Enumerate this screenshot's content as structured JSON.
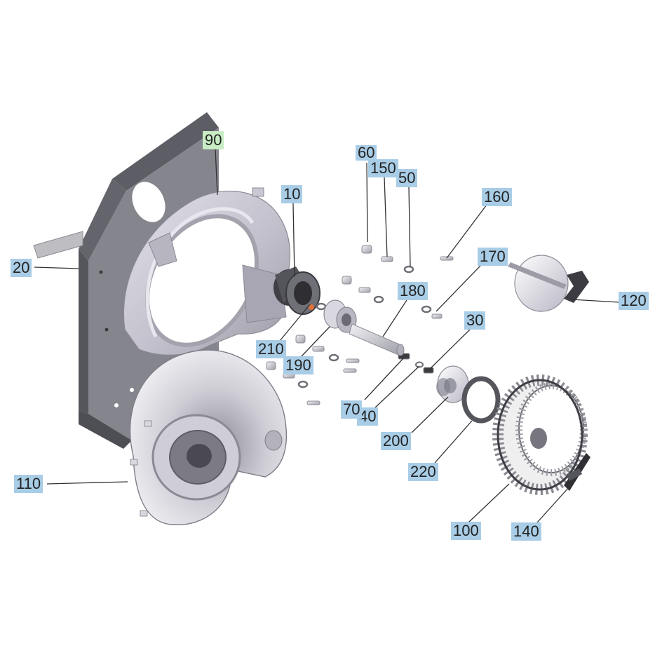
{
  "diagram": {
    "callouts": [
      {
        "id": "90",
        "label": "90",
        "selected": true
      },
      {
        "id": "10",
        "label": "10"
      },
      {
        "id": "20",
        "label": "20"
      },
      {
        "id": "60",
        "label": "60"
      },
      {
        "id": "150",
        "label": "150"
      },
      {
        "id": "50",
        "label": "50"
      },
      {
        "id": "160",
        "label": "160"
      },
      {
        "id": "170",
        "label": "170"
      },
      {
        "id": "180",
        "label": "180"
      },
      {
        "id": "120",
        "label": "120"
      },
      {
        "id": "30",
        "label": "30"
      },
      {
        "id": "210",
        "label": "210"
      },
      {
        "id": "190",
        "label": "190"
      },
      {
        "id": "70",
        "label": "70"
      },
      {
        "id": "40",
        "label": "40"
      },
      {
        "id": "200",
        "label": "200"
      },
      {
        "id": "220",
        "label": "220"
      },
      {
        "id": "110",
        "label": "110"
      },
      {
        "id": "100",
        "label": "100"
      },
      {
        "id": "140",
        "label": "140"
      }
    ],
    "colors": {
      "callout_bg": "#a9cde6",
      "callout_selected_bg": "#c8ecc4",
      "callout_text": "#222222",
      "leader_line": "#333333",
      "bracket_dark": "#6e6e75",
      "bracket_face": "#85858d",
      "housing_light": "#d4d3dc",
      "housing_mid": "#b5b4bf",
      "housing_dark": "#8f8e99",
      "metal": "#c9c9d0"
    },
    "parts": [
      {
        "name": "mounting-bracket",
        "callout": "20"
      },
      {
        "name": "baffle-plate",
        "callout": "20"
      },
      {
        "name": "rear-housing",
        "callout": "90"
      },
      {
        "name": "motor-flange",
        "callout": "10"
      },
      {
        "name": "front-housing",
        "callout": "110"
      },
      {
        "name": "shaft",
        "callout": "180"
      },
      {
        "name": "impeller-wheel",
        "callout": "100"
      },
      {
        "name": "damper-flap",
        "callout": "120"
      },
      {
        "name": "clamp-clip",
        "callout": "140"
      },
      {
        "name": "hub-disc",
        "callout": "200"
      },
      {
        "name": "retaining-ring",
        "callout": "220"
      },
      {
        "name": "bushing",
        "callout": "190"
      },
      {
        "name": "sealing-ring",
        "callout": "210"
      }
    ]
  }
}
